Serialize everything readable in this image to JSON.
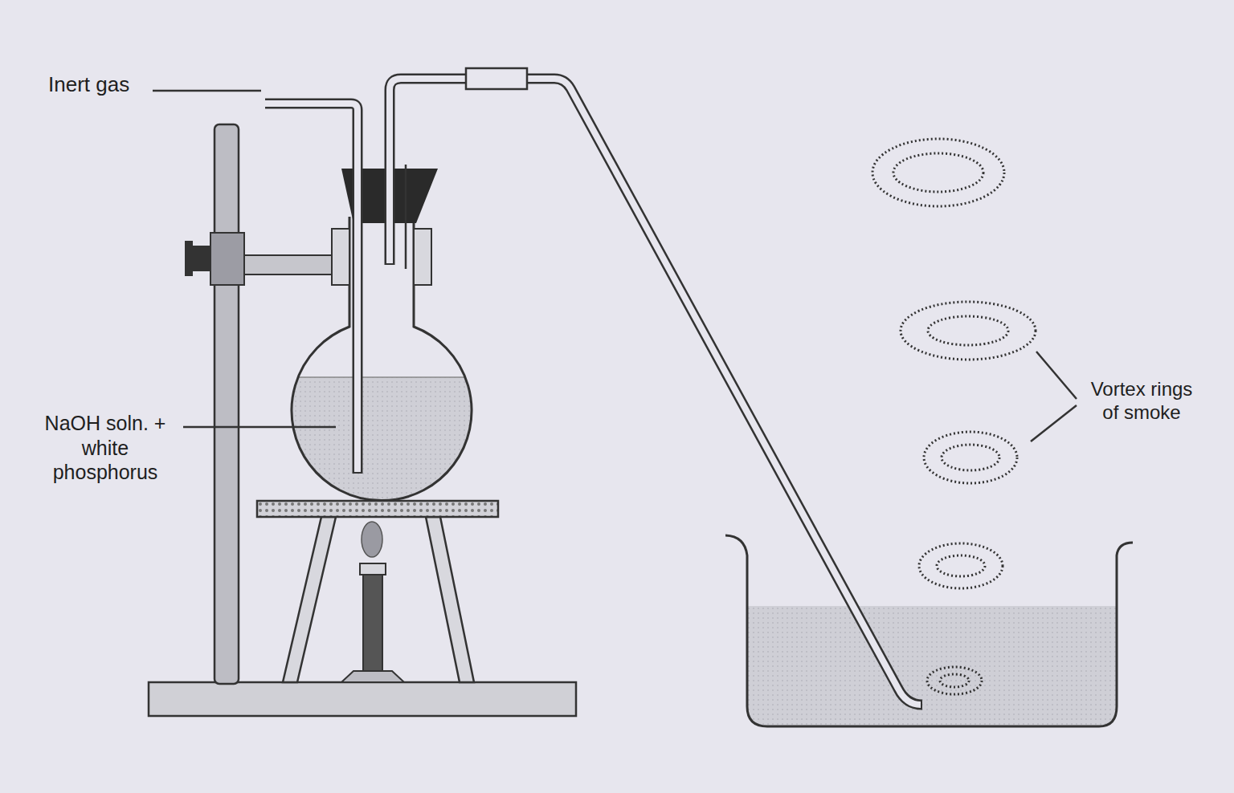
{
  "diagram": {
    "labels": [
      "Inert gas",
      "NaOH soln. + white phosphorus",
      "Vortex rings of smoke"
    ]
  }
}
